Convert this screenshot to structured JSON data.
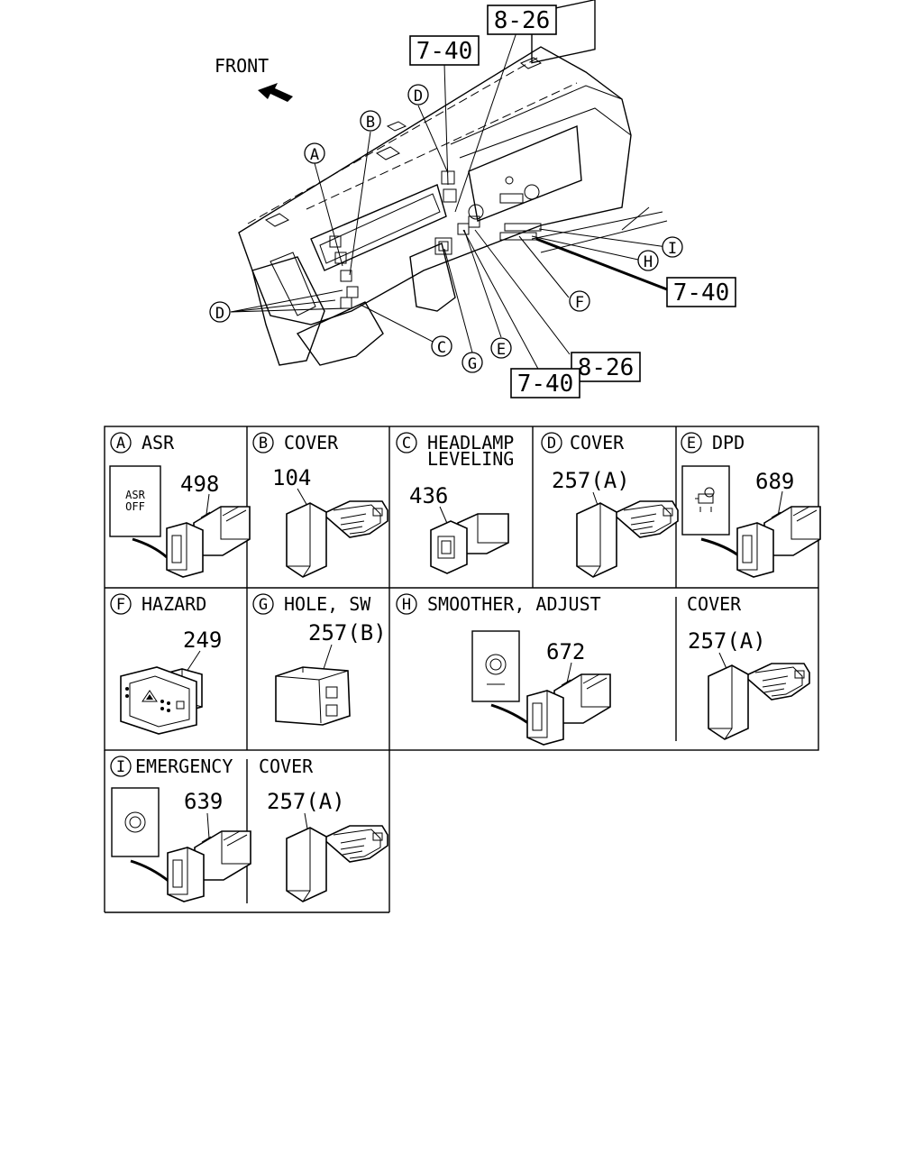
{
  "overview": {
    "front_label": "FRONT",
    "refs": [
      "8-26",
      "7-40",
      "7-40",
      "8-26",
      "7-40"
    ],
    "callouts": [
      "A",
      "B",
      "C",
      "D",
      "D",
      "E",
      "F",
      "G",
      "H",
      "I"
    ]
  },
  "cells": [
    {
      "letter": "A",
      "title": "ASR",
      "part": "498",
      "label_line1": "ASR",
      "label_line2": "OFF"
    },
    {
      "letter": "B",
      "title": "COVER",
      "part": "104"
    },
    {
      "letter": "C",
      "title": "HEADLAMP",
      "title2": "LEVELING",
      "part": "436"
    },
    {
      "letter": "D",
      "title": "COVER",
      "part": "257(A)"
    },
    {
      "letter": "E",
      "title": "DPD",
      "part": "689"
    },
    {
      "letter": "F",
      "title": "HAZARD",
      "part": "249"
    },
    {
      "letter": "G",
      "title": "HOLE, SW",
      "part": "257(B)"
    },
    {
      "letter": "H",
      "title": "SMOOTHER, ADJUST",
      "part": "672"
    },
    {
      "title": "COVER",
      "part": "257(A)"
    },
    {
      "letter": "I",
      "title": "EMERGENCY",
      "part": "639"
    },
    {
      "title": "COVER",
      "part": "257(A)"
    }
  ]
}
